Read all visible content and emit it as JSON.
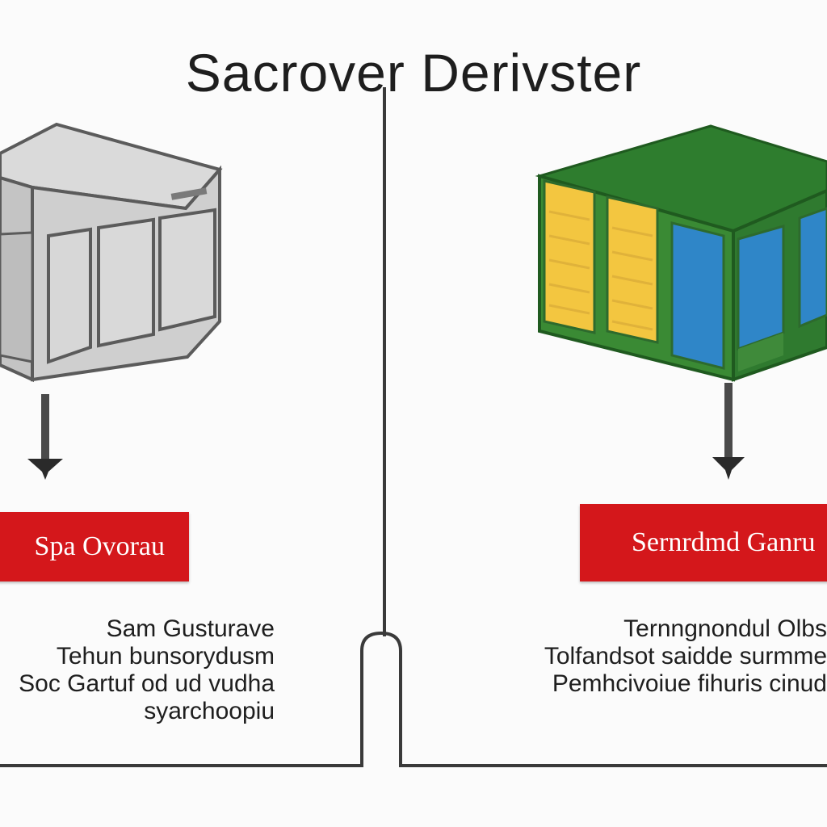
{
  "header": {
    "title": "Sacrover Derivster"
  },
  "left": {
    "icon": "server-box-icon",
    "label": "Spa Ovorau",
    "description": [
      "Sam Gusturave",
      "Tehun bunsorydusm",
      "Soc Gartuf od ud vudha",
      "syarchoopiu"
    ],
    "colors": {
      "body": "#c9c9c9",
      "edge": "#5b5b5b"
    }
  },
  "right": {
    "icon": "storage-cube-icon",
    "label": "Sernrdmd Ganru",
    "description": [
      "Ternngnondul Olbs",
      "Tolfandsot saidde surmme",
      "Pemhcivoiue fihuris cinud"
    ],
    "colors": {
      "top": "#2e7d2e",
      "panel": "#f3c640",
      "glass": "#2f86c8"
    }
  },
  "theme": {
    "accent": "#d4171b",
    "line": "#3a3a3a"
  }
}
